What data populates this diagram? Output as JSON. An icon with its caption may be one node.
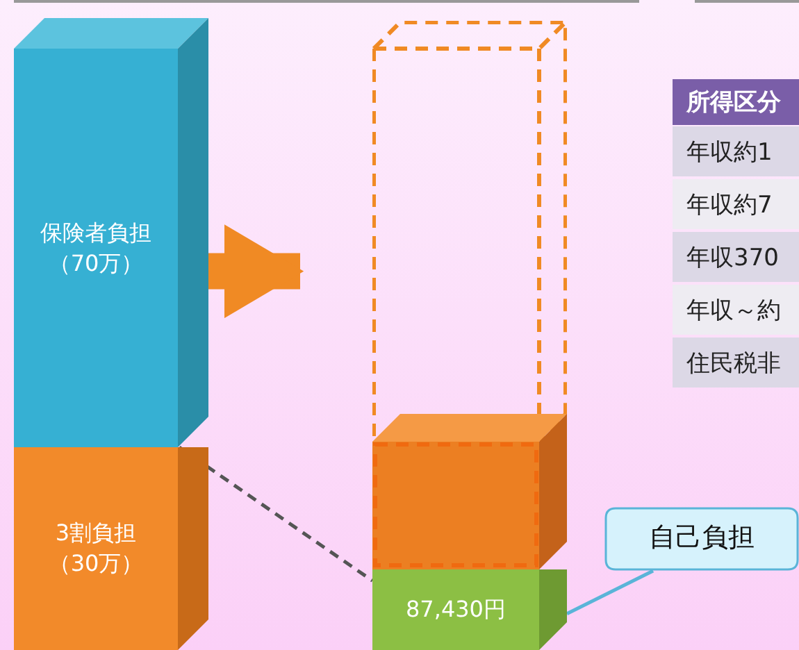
{
  "diagram": {
    "nodes": [
      {
        "text": [
          "保険者負担（70万）"
        ]
      },
      {
        "text": [
          "3割負担（30万）"
        ]
      },
      {
        "text": [],
        "shape": "box"
      },
      {
        "text": [],
        "shape": "box"
      },
      {
        "text": [
          "87,430円"
        ]
      },
      {
        "text": [
          "自己負担"
        ]
      }
    ],
    "edges": [
      {
        "from": 0,
        "to": 2,
        "arrow": "to",
        "style": "thick",
        "color": "#f08a24"
      },
      {
        "from": 1,
        "to": 4,
        "arrow": "none",
        "style": "dashed",
        "color": "#555555"
      },
      {
        "from": 5,
        "to": 4,
        "arrow": "none",
        "color": "#5ab4d8"
      }
    ],
    "labels": [
      "所得区分",
      "年収約1",
      "年収約7",
      "年収370",
      "年収～約",
      "住民税非"
    ]
  }
}
